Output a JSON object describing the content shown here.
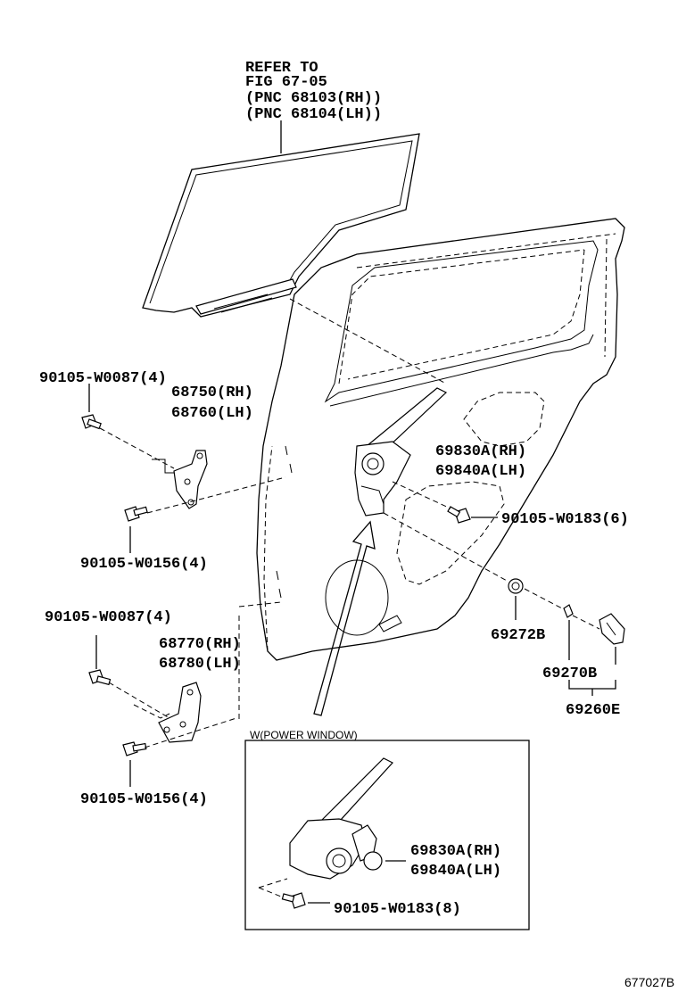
{
  "refer_note": {
    "line1": "REFER TO",
    "line2": "FIG 67-05",
    "line3": "(PNC 68103(RH))",
    "line4": "(PNC 68104(LH))"
  },
  "labels": {
    "bolt_upper_hinge_top": "90105-W0087(4)",
    "upper_hinge_rh": "68750(RH)",
    "upper_hinge_lh": "68760(LH)",
    "bolt_upper_hinge_bottom": "90105-W0156(4)",
    "bolt_lower_hinge_top": "90105-W0087(4)",
    "lower_hinge_rh": "68770(RH)",
    "lower_hinge_lh": "68780(LH)",
    "bolt_lower_hinge_bottom": "90105-W0156(4)",
    "regulator_rh": "69830A(RH)",
    "regulator_lh": "69840A(LH)",
    "bolt_regulator": "90105-W0183(6)",
    "grommet": "69272B",
    "handle_part": "69270B",
    "handle_assy": "69260E",
    "inset_title": "W(POWER WINDOW)",
    "inset_regulator_rh": "69830A(RH)",
    "inset_regulator_lh": "69840A(LH)",
    "inset_bolt": "90105-W0183(8)",
    "figure_id": "677027B"
  }
}
